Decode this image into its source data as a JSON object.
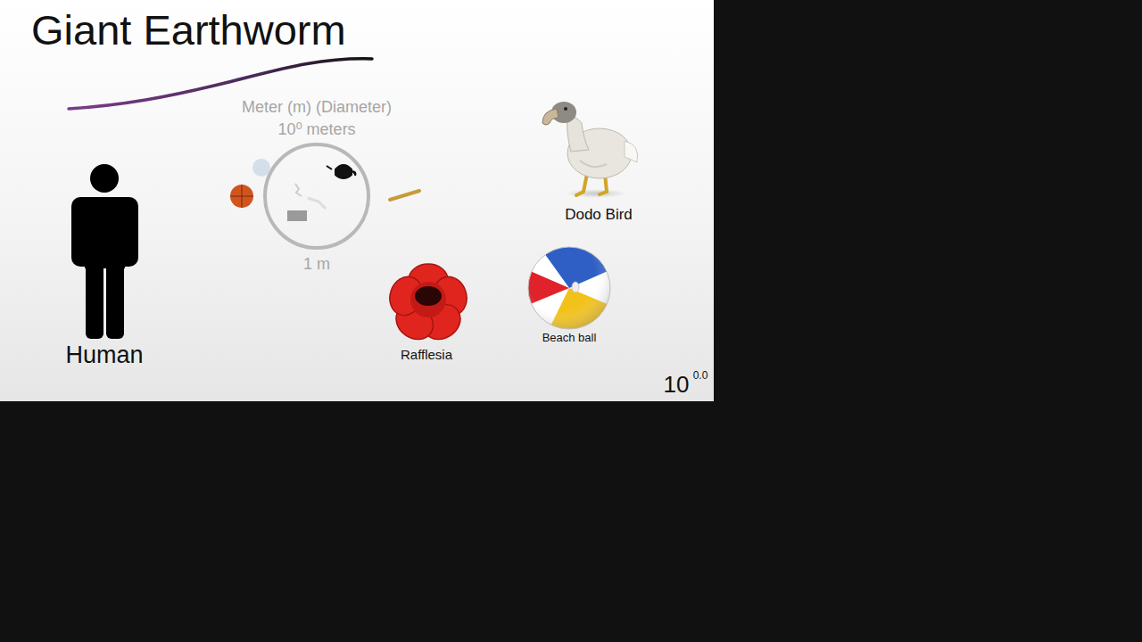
{
  "diagram": {
    "title": "Giant Earthworm",
    "labels": [
      "Meter (m) (Diameter)",
      "10⁰ meters",
      "1 m",
      "Dodo Bird",
      "Human",
      "Rafflesia",
      "Beach ball",
      "10",
      "0.0"
    ]
  }
}
